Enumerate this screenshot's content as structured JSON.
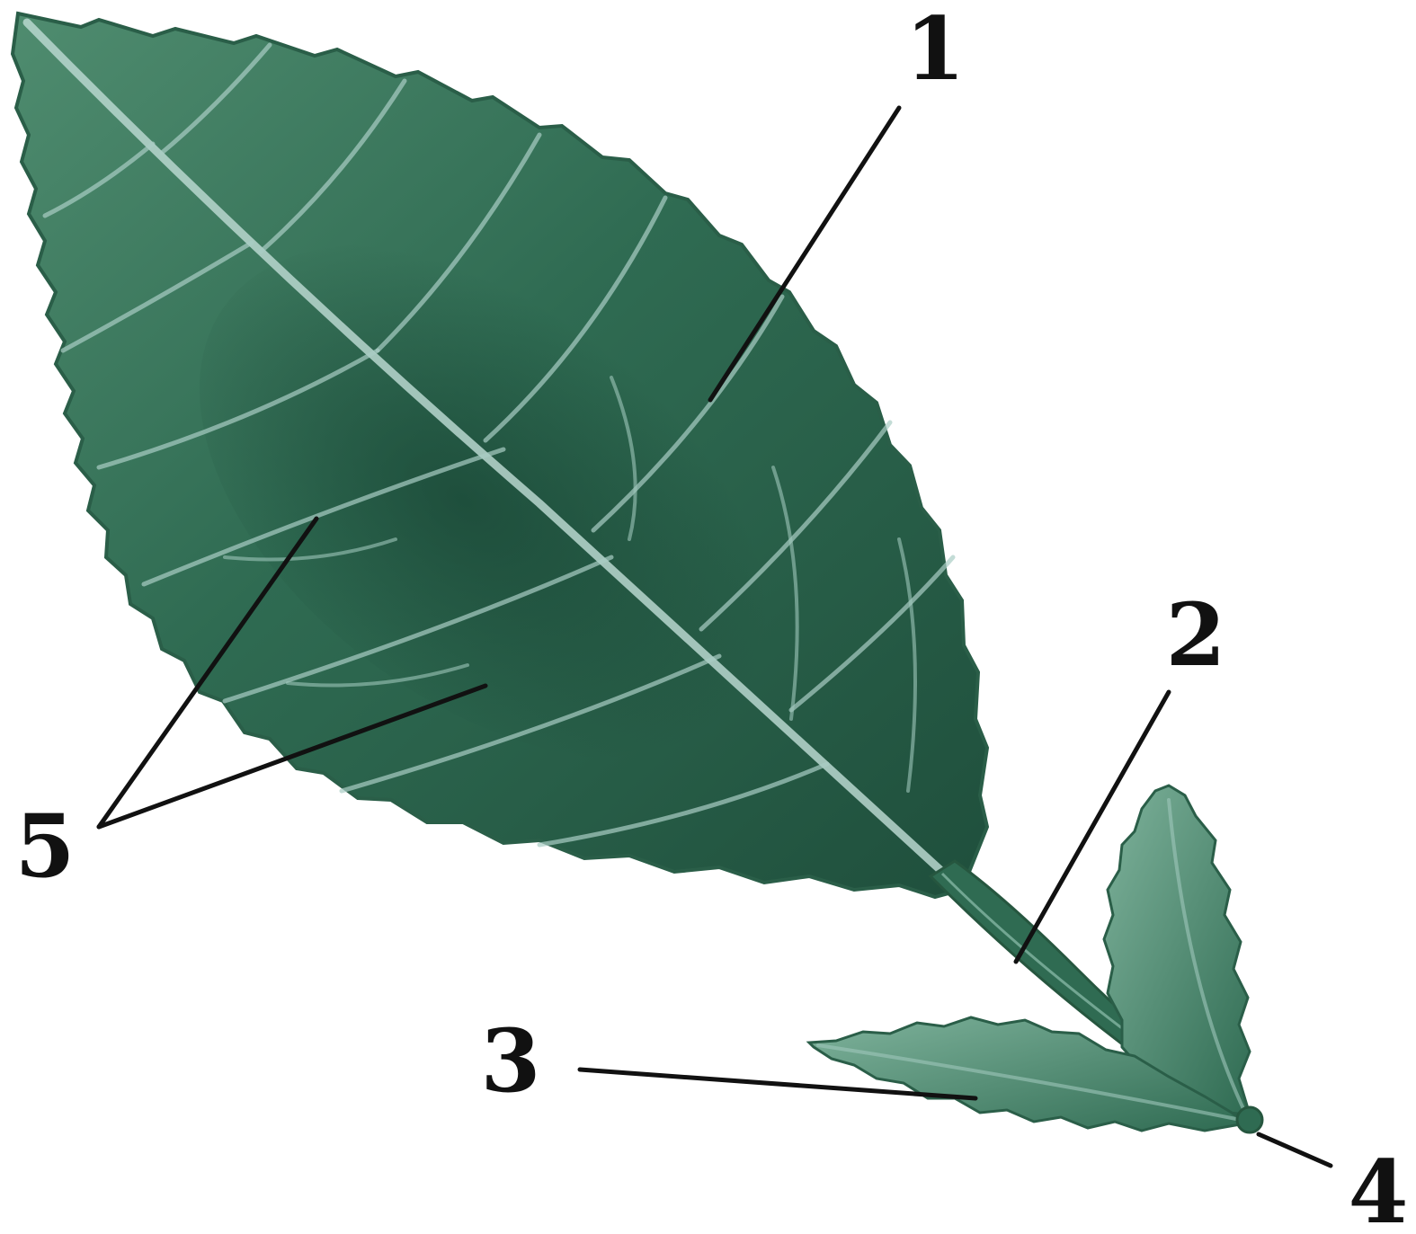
{
  "callouts": {
    "label_1": "1",
    "label_2": "2",
    "label_3": "3",
    "label_4": "4",
    "label_5": "5"
  },
  "colors": {
    "leaf_dark": "#1f4f3c",
    "leaf_mid": "#2f6b52",
    "leaf_light": "#4f8c6f",
    "vein": "#b9d7cf",
    "ink": "#111111",
    "background": "#ffffff"
  }
}
